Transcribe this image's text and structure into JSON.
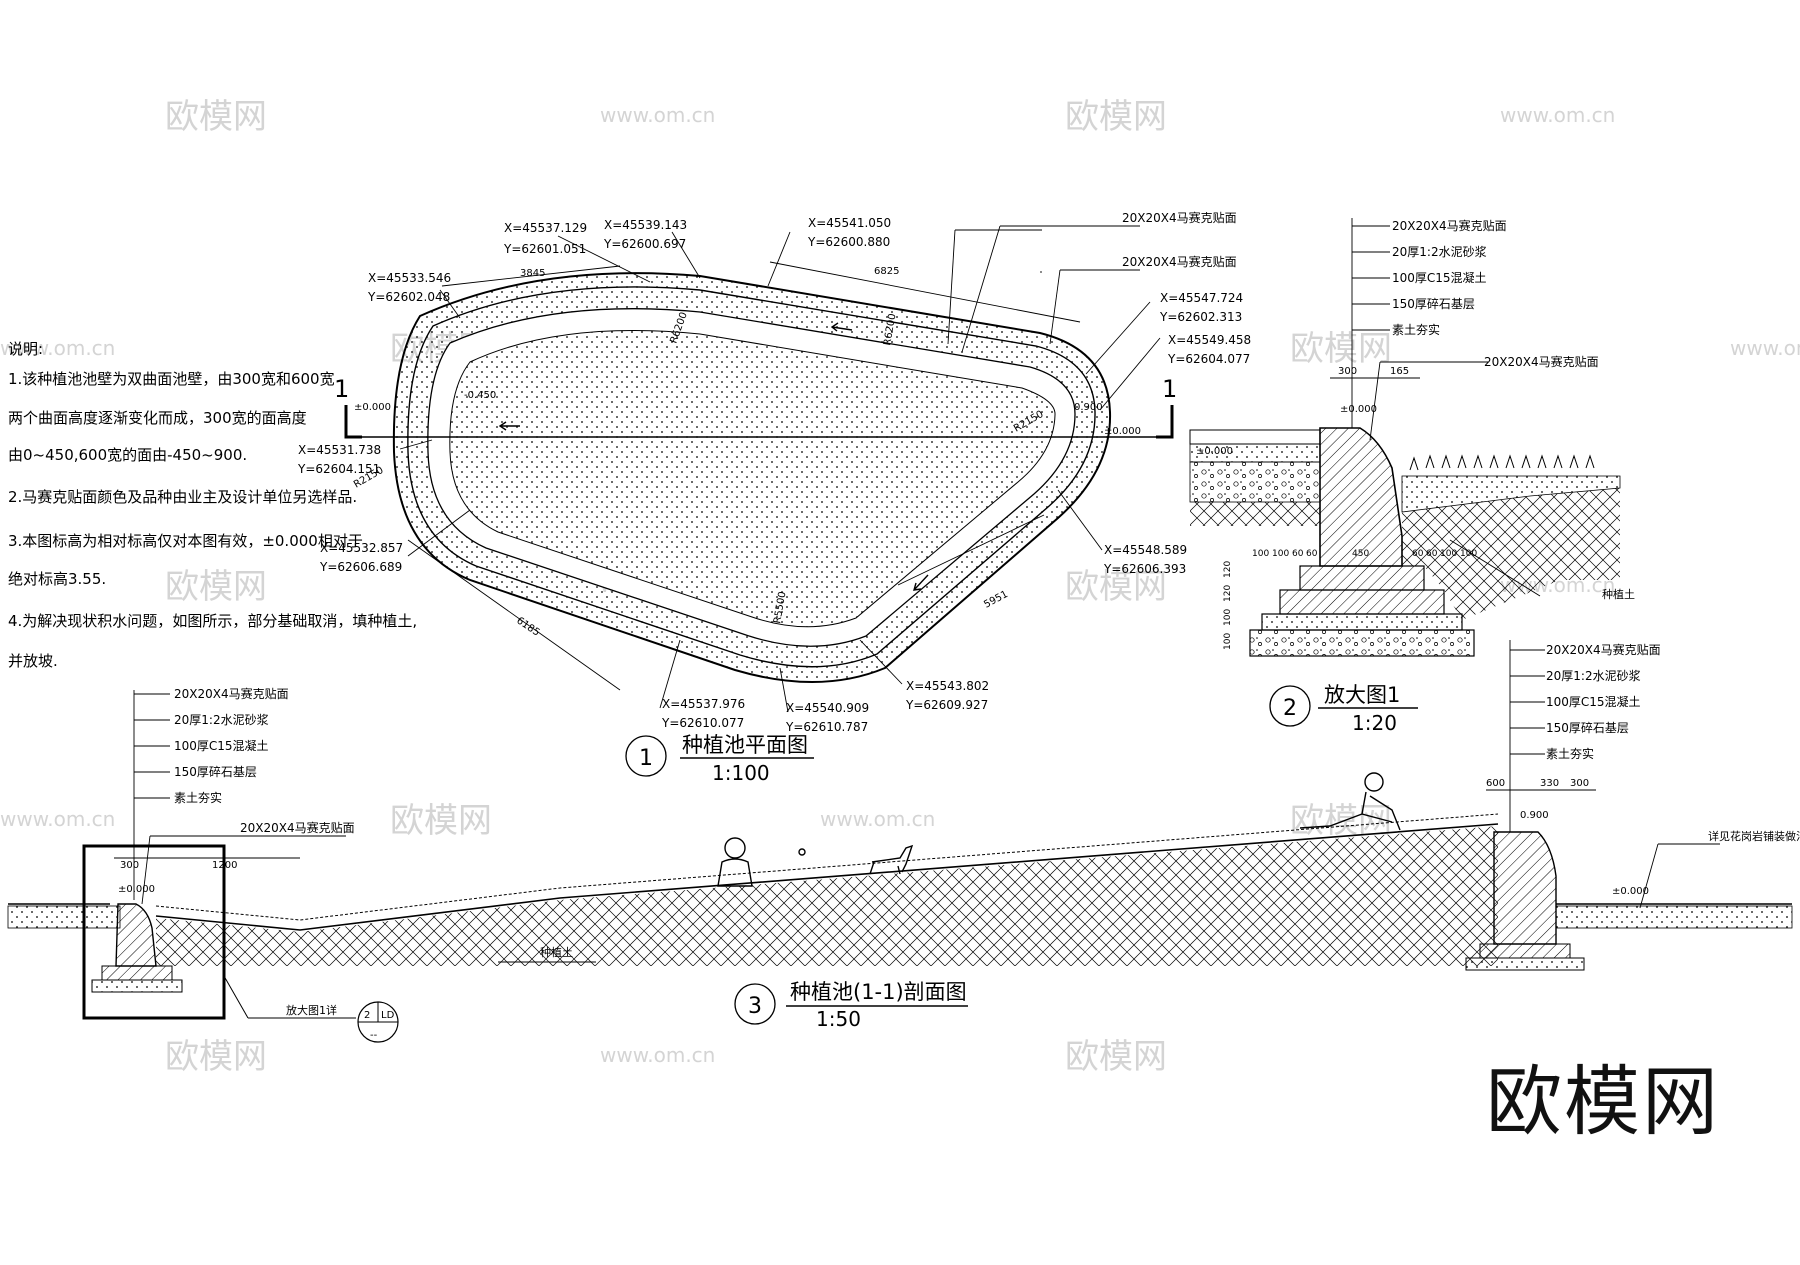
{
  "watermark": {
    "logo": "欧模网",
    "url": "www.om.cn"
  },
  "brand": "欧模网",
  "notes": {
    "title": "说明:",
    "items": [
      "1.该种植池池壁为双曲面池壁，由300宽和600宽",
      "  两个曲面高度逐渐变化而成，300宽的面高度",
      "  由0~450,600宽的面由-450~900.",
      "2.马赛克贴面颜色及品种由业主及设计单位另选样品.",
      "3.本图标高为相对标高仅对本图有效，±0.000相对于",
      "绝对标高3.55.",
      "4.为解决现状积水问题，如图所示，部分基础取消，填种植土,",
      "并放坡."
    ]
  },
  "plan": {
    "number": "1",
    "title": "种植池平面图",
    "scale": "1:100",
    "section_mark": "1",
    "coords": [
      {
        "x": "X=45537.129",
        "y": "Y=62601.051"
      },
      {
        "x": "X=45539.143",
        "y": "Y=62600.697"
      },
      {
        "x": "X=45541.050",
        "y": "Y=62600.880"
      },
      {
        "x": "X=45533.546",
        "y": "Y=62602.048"
      },
      {
        "x": "X=45547.724",
        "y": "Y=62602.313"
      },
      {
        "x": "X=45549.458",
        "y": "Y=62604.077"
      },
      {
        "x": "X=45531.738",
        "y": "Y=62604.151"
      },
      {
        "x": "X=45532.857",
        "y": "Y=62606.689"
      },
      {
        "x": "X=45548.589",
        "y": "Y=62606.393"
      },
      {
        "x": "X=45543.802",
        "y": "Y=62609.927"
      },
      {
        "x": "X=45537.976",
        "y": "Y=62610.077"
      },
      {
        "x": "X=45540.909",
        "y": "Y=62610.787"
      }
    ],
    "material1": "20X20X4马赛克贴面",
    "material2": "20X20X4马赛克贴面",
    "dims": [
      "3845",
      "6825",
      "5951",
      "6185",
      "R2150",
      "R6200",
      "R5500",
      "R2150",
      "R6200"
    ],
    "levels": [
      "±0.000",
      "-0.450",
      "0.900",
      "±0.000"
    ]
  },
  "detail": {
    "number": "2",
    "title": "放大图1",
    "scale": "1:20",
    "layers": [
      "20X20X4马赛克贴面",
      "20厚1:2水泥砂浆",
      "100厚C15混凝土",
      "150厚碎石基层",
      "素土夯实"
    ],
    "mosaic_label": "20X20X4马赛克贴面",
    "soil_label": "种植土",
    "dims_top": [
      "300",
      "165"
    ],
    "dims_bottom": [
      "100",
      "100",
      "60",
      "60",
      "450",
      "60",
      "60",
      "100",
      "100"
    ],
    "dims_side": [
      "100",
      "100",
      "120",
      "120"
    ],
    "levels": [
      "±0.000",
      "±0.000"
    ]
  },
  "section": {
    "number": "3",
    "title": "种植池(1-1)剖面图",
    "scale": "1:50",
    "left_layers": [
      "20X20X4马赛克贴面",
      "20厚1:2水泥砂浆",
      "100厚C15混凝土",
      "150厚碎石基层",
      "素土夯实"
    ],
    "left_mosaic": "20X20X4马赛克贴面",
    "right_layers": [
      "20X20X4马赛克贴面",
      "20厚1:2水泥砂浆",
      "100厚C15混凝土",
      "150厚碎石基层",
      "素土夯实"
    ],
    "soil_label": "种植土",
    "right_note": "详见花岗岩铺装做法",
    "detail_ref": "放大图1详",
    "ref_top": "2",
    "ref_right": "LD",
    "ref_bottom": "--",
    "dims_left": [
      "300",
      "1200"
    ],
    "dims_right": [
      "600",
      "330",
      "300"
    ],
    "levels": [
      "±0.000",
      "0.900",
      "±0.000"
    ]
  }
}
